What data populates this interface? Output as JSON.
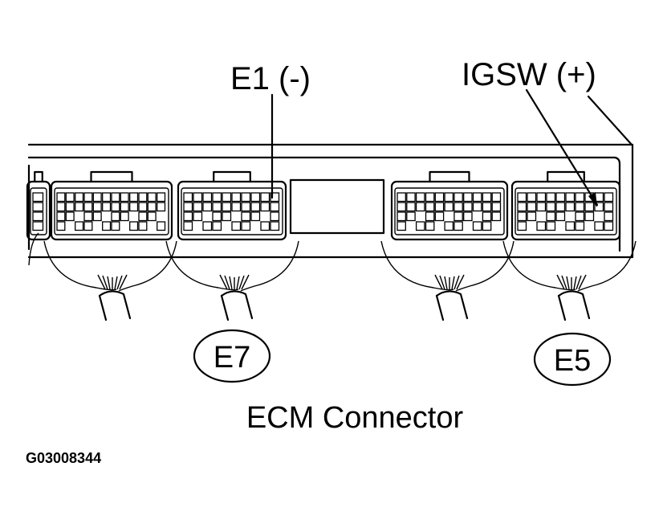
{
  "labels": {
    "e1": "E1  (-)",
    "igsw": "IGSW (+)",
    "connector_e7": "E7",
    "connector_e5": "E5",
    "title": "ECM Connector",
    "figure_code": "G03008344"
  }
}
